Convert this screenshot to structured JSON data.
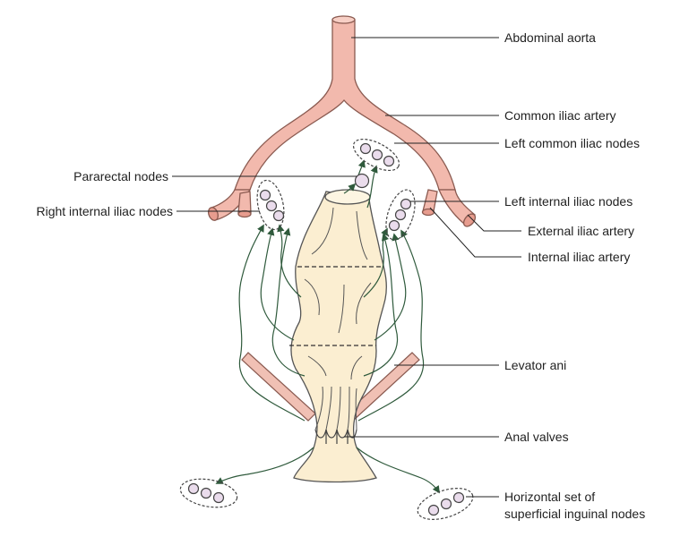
{
  "labels": {
    "abdominal_aorta": "Abdominal aorta",
    "common_iliac_artery": "Common iliac artery",
    "left_common_iliac_nodes": "Left common iliac nodes",
    "pararectal_nodes": "Pararectal nodes",
    "right_internal_iliac_nodes": "Right internal iliac nodes",
    "left_internal_iliac_nodes": "Left internal iliac nodes",
    "external_iliac_artery": "External iliac artery",
    "internal_iliac_artery": "Internal iliac artery",
    "levator_ani": "Levator ani",
    "anal_valves": "Anal valves",
    "horizontal_set_line1": "Horizontal set of",
    "horizontal_set_line2": "superficial inguinal nodes"
  },
  "colors": {
    "artery_fill": "#f2b9ad",
    "artery_stroke": "#8a5a50",
    "rectum_fill": "#fbeed1",
    "lymph_vessel": "#2f5a3c",
    "node_fill": "#eadcec",
    "leader_line": "#222222"
  }
}
